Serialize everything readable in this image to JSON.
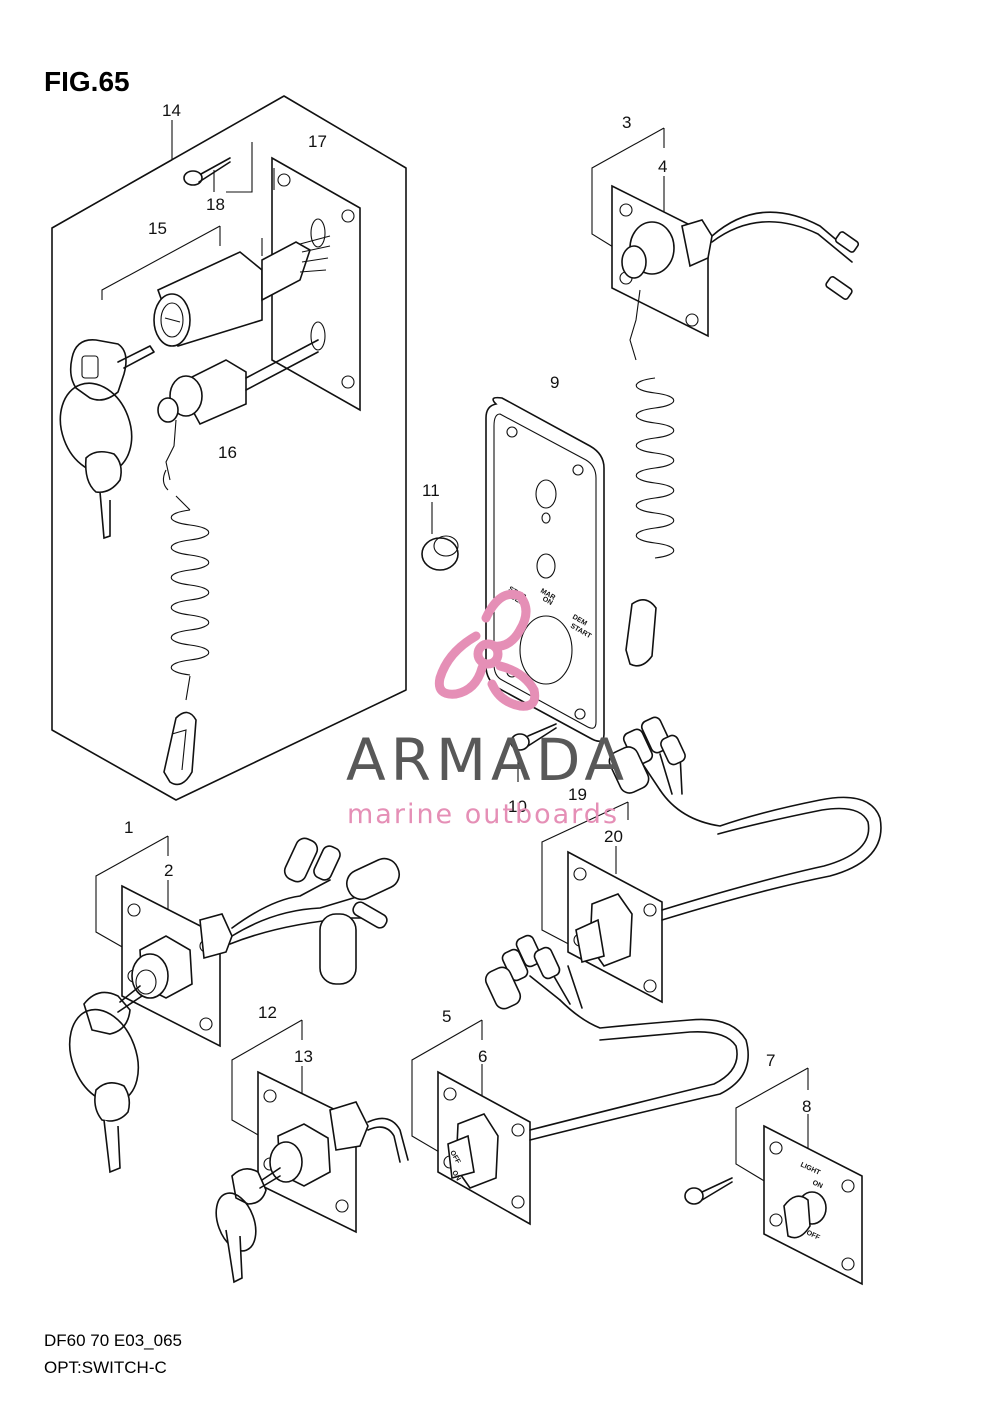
{
  "figure": {
    "title": "FIG.65",
    "code": "DF60 70 E03_065",
    "caption": "OPT:SWITCH-C"
  },
  "callouts": [
    "1",
    "2",
    "3",
    "4",
    "5",
    "6",
    "7",
    "8",
    "9",
    "10",
    "11",
    "12",
    "13",
    "14",
    "15",
    "16",
    "17",
    "18",
    "19",
    "20"
  ],
  "panel_markings": {
    "stop": "STOP",
    "stop_sub": "DEP",
    "on": "ON",
    "on_sub": "MAR",
    "start": "START",
    "start_sub": "DEM",
    "off": "OFF",
    "on_small": "ON",
    "light": "LIGHT"
  },
  "watermark": {
    "brand": "ARMADA",
    "tagline": "marine outboards",
    "accent_color": "#e58fb6",
    "text_color": "#585858"
  }
}
